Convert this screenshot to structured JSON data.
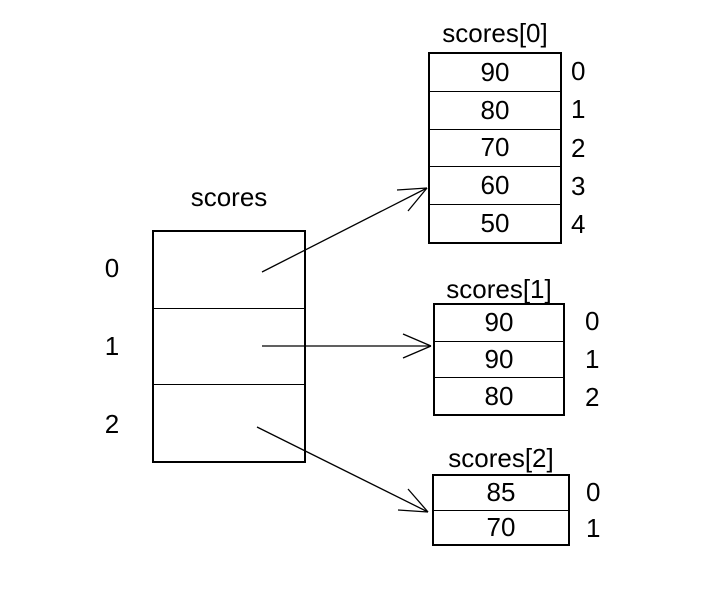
{
  "diagram": {
    "background_color": "#ffffff",
    "line_color": "#000000",
    "text_color": "#000000"
  },
  "main_array": {
    "title": "scores",
    "indices": [
      "0",
      "1",
      "2"
    ],
    "cells": [
      "",
      "",
      ""
    ]
  },
  "sub_arrays": [
    {
      "title": "scores[0]",
      "values": [
        "90",
        "80",
        "70",
        "60",
        "50"
      ],
      "indices": [
        "0",
        "1",
        "2",
        "3",
        "4"
      ]
    },
    {
      "title": "scores[1]",
      "values": [
        "90",
        "90",
        "80"
      ],
      "indices": [
        "0",
        "1",
        "2"
      ]
    },
    {
      "title": "scores[2]",
      "values": [
        "85",
        "70"
      ],
      "indices": [
        "0",
        "1"
      ]
    }
  ],
  "arrows": [
    {
      "from": "scores cell 0",
      "to": "scores[0]"
    },
    {
      "from": "scores cell 1",
      "to": "scores[1]"
    },
    {
      "from": "scores cell 2",
      "to": "scores[2]"
    }
  ]
}
